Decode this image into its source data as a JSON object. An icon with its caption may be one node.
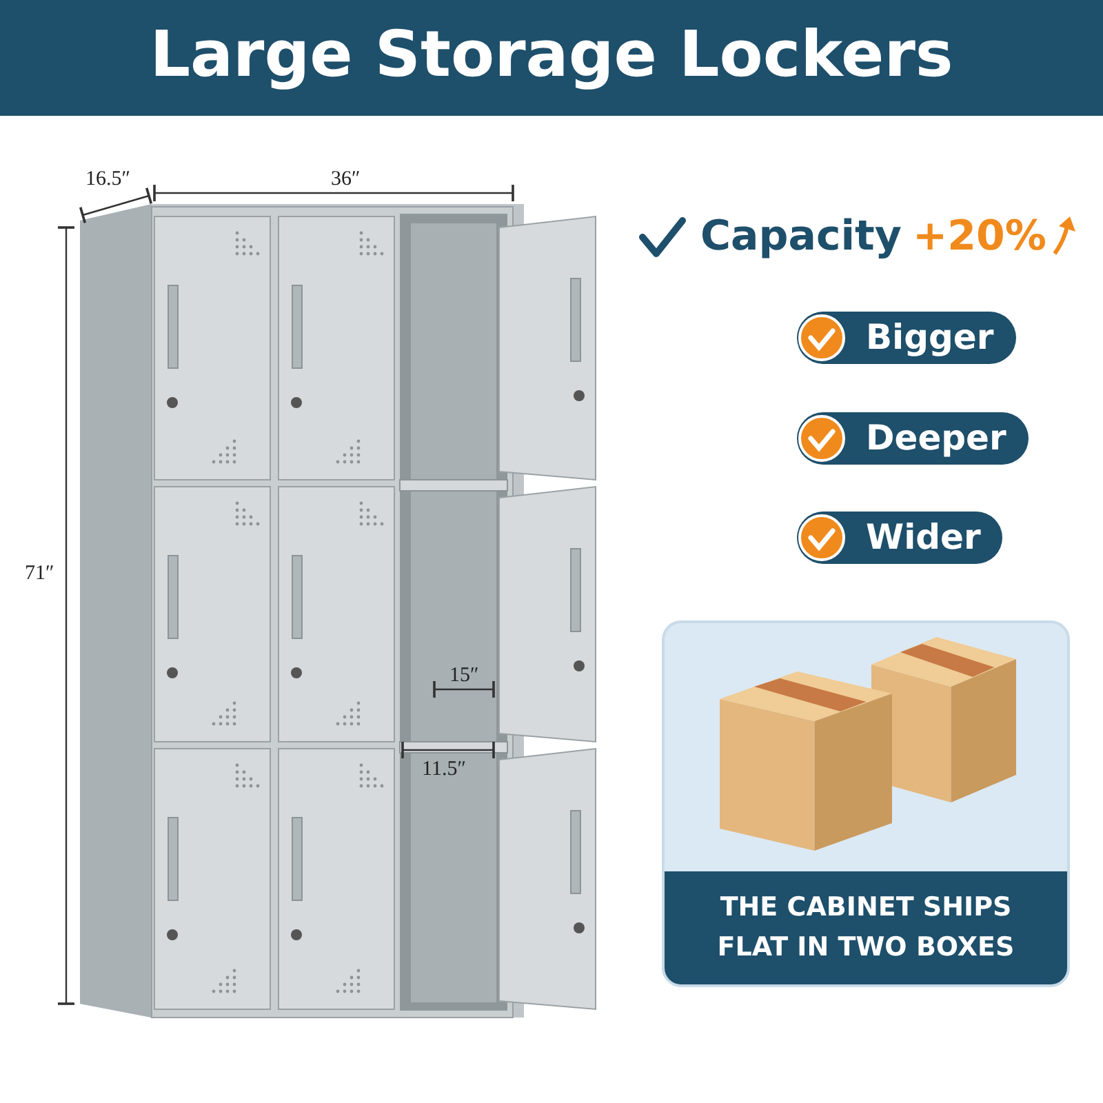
{
  "diagram": {
    "title": "Large Storage Lockers",
    "labels": [
      "16.5″",
      "36″",
      "71″",
      "15″",
      "11.5″",
      "Capacity",
      "+20%",
      "Bigger",
      "Deeper",
      "Wider",
      "THE CABINET SHIPS FLAT IN TWO BOXES"
    ]
  }
}
